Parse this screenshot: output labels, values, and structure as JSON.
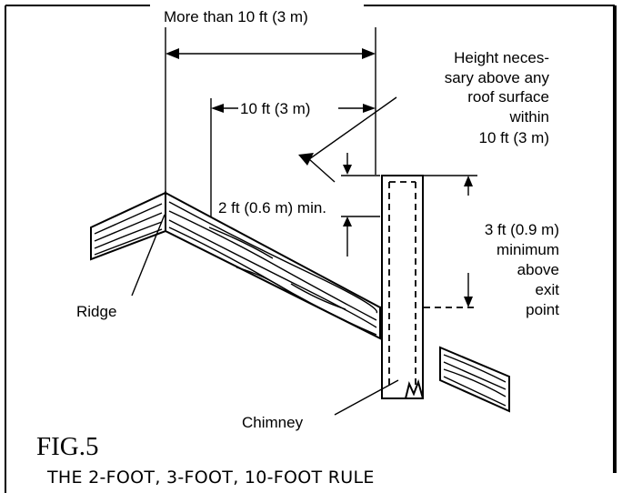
{
  "labels": {
    "more_than_10ft": "More than 10 ft (3 m)",
    "ten_ft": "10 ft (3 m)",
    "height_line1": "Height neces-",
    "height_line2": "sary above any",
    "height_line3": "roof surface",
    "height_line4": "within",
    "height_line5": "10 ft (3 m)",
    "two_ft_min": "2 ft (0.6 m) min.",
    "three_ft_line1": "3 ft (0.9 m)",
    "three_ft_line2": "minimum",
    "three_ft_line3": "above",
    "three_ft_line4": "exit",
    "three_ft_line5": "point",
    "ridge": "Ridge",
    "chimney": "Chimney"
  },
  "caption": {
    "fig": "FIG.5",
    "title": "THE 2-FOOT, 3-FOOT, 10-FOOT RULE"
  }
}
